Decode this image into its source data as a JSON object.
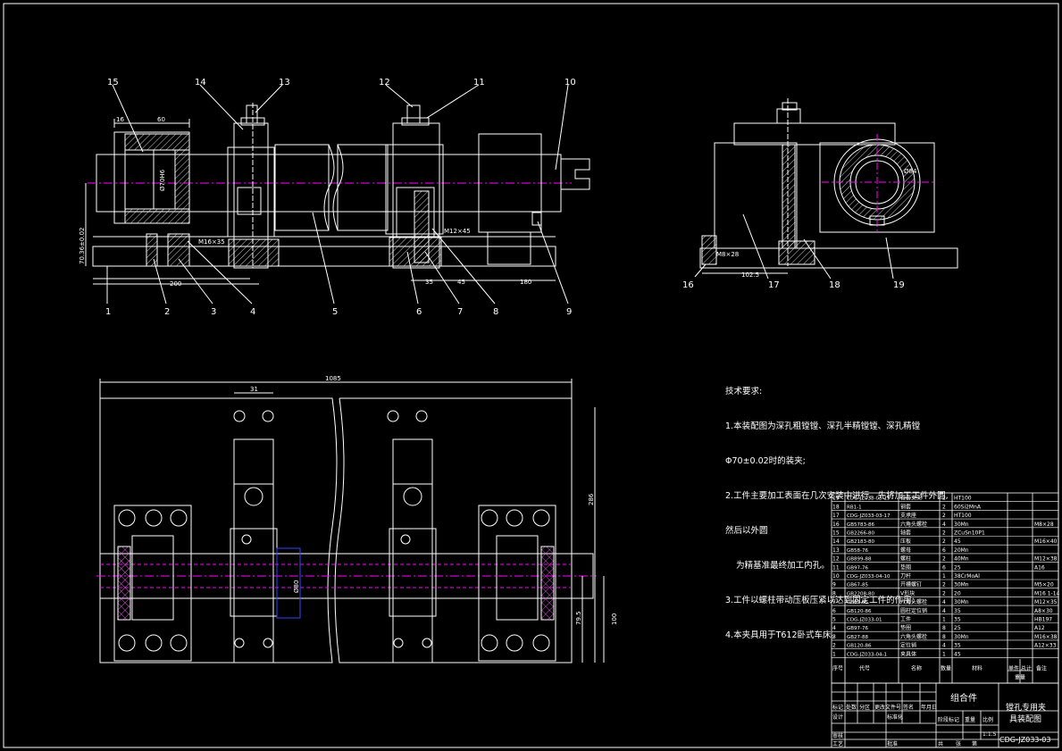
{
  "colors": {
    "background": "#000000",
    "line": "#ffffff",
    "center": "#ff00ff",
    "highlight": "#3344ff"
  },
  "balloons": [
    "1",
    "2",
    "3",
    "4",
    "5",
    "6",
    "7",
    "8",
    "9",
    "10",
    "11",
    "12",
    "13",
    "14",
    "15",
    "16",
    "17",
    "18",
    "19"
  ],
  "front_view_dims": {
    "d16": "16",
    "d60": "60",
    "d200": "200",
    "d35": "35",
    "d45": "45",
    "d180": "180",
    "thread_m16x35": "M16×35",
    "thread_m12x45": "M12×45",
    "height": "70.36±0.02",
    "bore": "Ø70H6"
  },
  "side_view_dims": {
    "dia": "Ø84",
    "len": "102.5",
    "thread": "M8×28"
  },
  "top_view_dims": {
    "length": "1085",
    "w31": "31",
    "h286": "286",
    "h79_5": "79.5",
    "h100": "100",
    "dia": "Ø80"
  },
  "tech_notes": [
    "技术要求:",
    "1.本装配图为深孔粗镗镗、深孔半精镗镗、深孔精镗",
    "Φ70±0.02时的装夹;",
    "2.工件主要加工表面在几次安装中进行。先将加工工件外圆,",
    "然后以外圆",
    "    为精基准最终加工内孔。",
    "3.工件以螺柱带动压板压紧以达到固定工件的作用;",
    "4.本夹具用于T612卧式车床。"
  ],
  "bom": [
    {
      "no": "19",
      "code": "CDG-JZ033-03-19",
      "name": "镗套支架",
      "qty": "2",
      "mat": "HT100",
      "note": ""
    },
    {
      "no": "18",
      "code": "RB1-1",
      "name": "钢套",
      "qty": "2",
      "mat": "60Si2MnA",
      "note": ""
    },
    {
      "no": "17",
      "code": "CDG-JZ033-03-17",
      "name": "支承座",
      "qty": "2",
      "mat": "HT100",
      "note": ""
    },
    {
      "no": "16",
      "code": "GB5783-86",
      "name": "六角头螺栓",
      "qty": "4",
      "mat": "30Mn",
      "note": "M8×28"
    },
    {
      "no": "15",
      "code": "GB2266-80",
      "name": "轴套",
      "qty": "2",
      "mat": "ZCuSn10P1",
      "note": ""
    },
    {
      "no": "14",
      "code": "GB2183-80",
      "name": "压板",
      "qty": "2",
      "mat": "45",
      "note": "M16×40"
    },
    {
      "no": "13",
      "code": "GB58-76",
      "name": "螺母",
      "qty": "6",
      "mat": "20Mn",
      "note": ""
    },
    {
      "no": "12",
      "code": "GB899-88",
      "name": "螺柱",
      "qty": "2",
      "mat": "40Mn",
      "note": "M12×38"
    },
    {
      "no": "11",
      "code": "GB97-76",
      "name": "垫圈",
      "qty": "6",
      "mat": "25",
      "note": "A16"
    },
    {
      "no": "10",
      "code": "CDG-JZ033-04-10",
      "name": "刀杆",
      "qty": "1",
      "mat": "38CrMoAl",
      "note": ""
    },
    {
      "no": "9",
      "code": "GB67-85",
      "name": "开槽螺钉",
      "qty": "2",
      "mat": "30Mn",
      "note": "M5×20"
    },
    {
      "no": "8",
      "code": "GB2208-80",
      "name": "V形块",
      "qty": "2",
      "mat": "20",
      "note": "M16 1-14"
    },
    {
      "no": "7",
      "code": "GB67-85",
      "name": "六角头螺栓",
      "qty": "4",
      "mat": "30Mn",
      "note": "M12×35"
    },
    {
      "no": "6",
      "code": "GB120-86",
      "name": "圆柱定位销",
      "qty": "4",
      "mat": "35",
      "note": "A8×30"
    },
    {
      "no": "5",
      "code": "CDG-JZ033-01",
      "name": "工件",
      "qty": "1",
      "mat": "35",
      "note": "HB197"
    },
    {
      "no": "4",
      "code": "GB97-76",
      "name": "垫圈",
      "qty": "8",
      "mat": "25",
      "note": "A12"
    },
    {
      "no": "3",
      "code": "GB27-88",
      "name": "六角头螺栓",
      "qty": "8",
      "mat": "30Mn",
      "note": "M16×38"
    },
    {
      "no": "2",
      "code": "GB120-86",
      "name": "定位销",
      "qty": "4",
      "mat": "35",
      "note": "A12×33"
    },
    {
      "no": "1",
      "code": "CDG-JZ033-04-1",
      "name": "夹具体",
      "qty": "1",
      "mat": "45",
      "note": ""
    }
  ],
  "bom_header": {
    "no": "序号",
    "code": "代号",
    "name": "名称",
    "qty": "数量",
    "mat": "材料",
    "weight": "单件 总计",
    "weight2": "重量",
    "note": "备注"
  },
  "title_block": {
    "assembly": "组合件",
    "title_line1": "镗孔专用夹",
    "title_line2": "具装配图",
    "drawing_no": "CDG-JZ033-03",
    "scale": "1:1.5",
    "labels": {
      "mark": "标记",
      "count": "处数",
      "zone": "分区",
      "docno": "更改文件号",
      "sign": "签名",
      "date": "年月日",
      "design": "设计",
      "std": "标准化",
      "stage": "阶段标记",
      "weight": "重量",
      "ratio": "比例",
      "review": "审核",
      "process": "工艺",
      "approve": "批准",
      "total": "共",
      "sheet": "张",
      "page": "第"
    }
  }
}
